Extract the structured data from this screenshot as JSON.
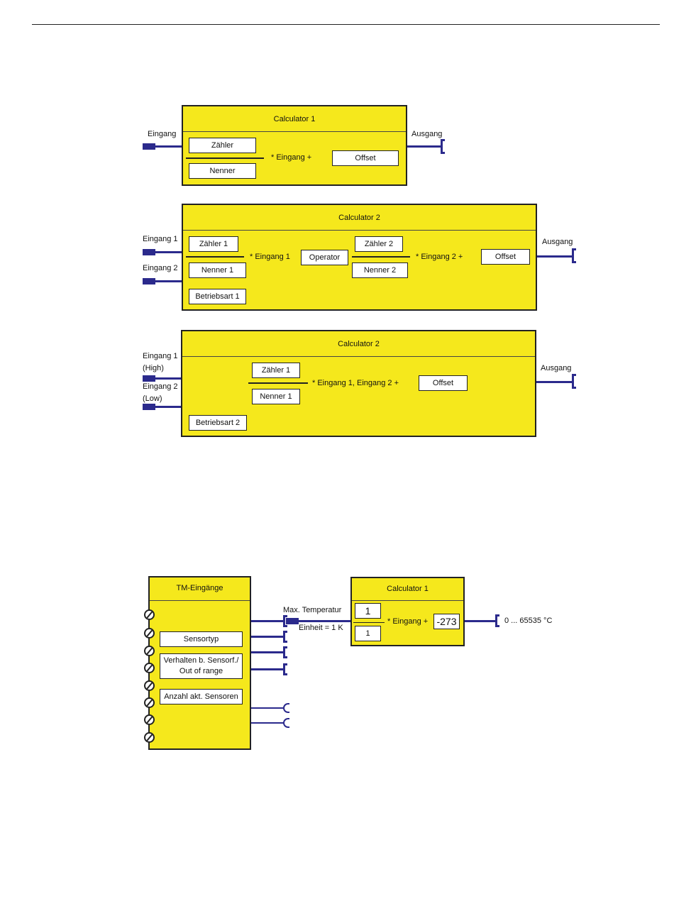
{
  "calc1": {
    "title": "Calculator 1",
    "input_label": "Eingang",
    "output_label": "Ausgang",
    "numerator": "Zähler",
    "denominator": "Nenner",
    "multiplier_text": "*  Eingang  +",
    "offset": "Offset"
  },
  "calc2": {
    "title": "Calculator 2",
    "input1_label": "Eingang 1",
    "input2_label": "Eingang 2",
    "output_label": "Ausgang",
    "numerator1": "Zähler 1",
    "denominator1": "Nenner 1",
    "mult1_text": "*  Eingang 1",
    "operator": "Operator",
    "numerator2": "Zähler 2",
    "denominator2": "Nenner 2",
    "mult2_text": "*  Eingang 2  +",
    "offset": "Offset",
    "mode": "Betriebsart 1"
  },
  "calc3": {
    "title": "Calculator 2",
    "input1_label": "Eingang 1",
    "input1_sub": "(High)",
    "input2_label": "Eingang 2",
    "input2_sub": "(Low)",
    "output_label": "Ausgang",
    "numerator": "Zähler 1",
    "denominator": "Nenner 1",
    "mult_text": "*  Eingang 1, Eingang 2  +",
    "offset": "Offset",
    "mode": "Betriebsart 2"
  },
  "tm": {
    "title": "TM-Eingänge",
    "sensortyp": "Sensortyp",
    "behaviour_line1": "Verhalten b. Sensorf./",
    "behaviour_line2": "Out of range",
    "active_sensors": "Anzahl akt. Sensoren",
    "max_temp_label": "Max. Temperatur",
    "unit_label": "Einheit = 1 K"
  },
  "calc_example": {
    "title": "Calculator 1",
    "numerator": "1",
    "denominator": "1",
    "mult_text": "* Eingang +",
    "offset": "-273",
    "output_range": "0 ... 65535 °C"
  },
  "colors": {
    "block_fill": "#f5e81c",
    "wire": "#2b2a8c"
  }
}
